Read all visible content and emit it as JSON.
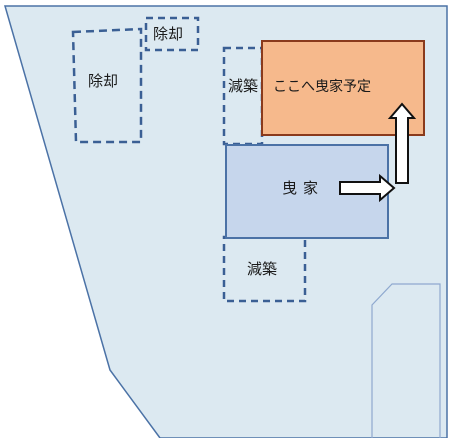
{
  "colors": {
    "site_fill": "#dce9f1",
    "site_stroke": "#4b72a6",
    "outline_stroke": "#8fa9cf",
    "dashed_stroke": "#3a5f94",
    "main_building_fill": "#c6d6ec",
    "planned_building_fill": "#f6b98c",
    "planned_building_stroke": "#8a3a1c"
  },
  "labels": {
    "demolish_1": "除却",
    "demolish_2": "除却",
    "reduce_1": "減築",
    "reduce_2": "減築",
    "main_building": "曳家",
    "planned": "ここへ曳家予定"
  },
  "arrows": [
    {
      "from": "main-building",
      "to": "right-edge",
      "direction": "right"
    },
    {
      "from": "right-edge",
      "to": "planned-building",
      "direction": "up"
    }
  ]
}
